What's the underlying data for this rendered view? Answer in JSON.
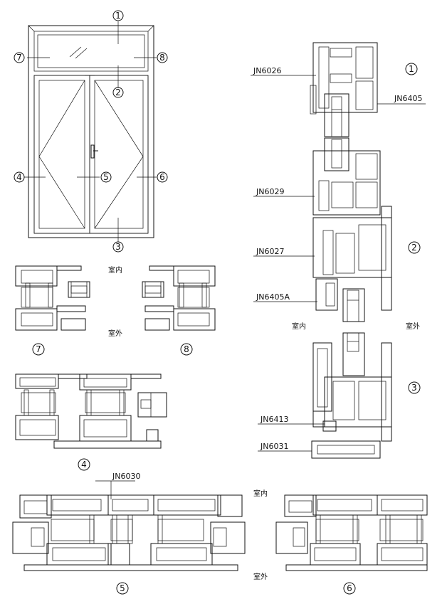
{
  "elevation": {
    "markers": [
      "1",
      "2",
      "3",
      "4",
      "5",
      "6",
      "7",
      "8"
    ]
  },
  "section_numbers": {
    "s1": "1",
    "s2": "2",
    "s3": "3",
    "s4": "4",
    "s5": "5",
    "s6": "6",
    "s7": "7",
    "s8": "8"
  },
  "profile_codes": {
    "jn6026": "JN6026",
    "jn6405": "JN6405",
    "jn6029": "JN6029",
    "jn6027": "JN6027",
    "jn6405a": "JN6405A",
    "jn6413": "JN6413",
    "jn6031": "JN6031",
    "jn6030": "JN6030"
  },
  "orientation": {
    "inside": "室内",
    "outside": "室外"
  }
}
